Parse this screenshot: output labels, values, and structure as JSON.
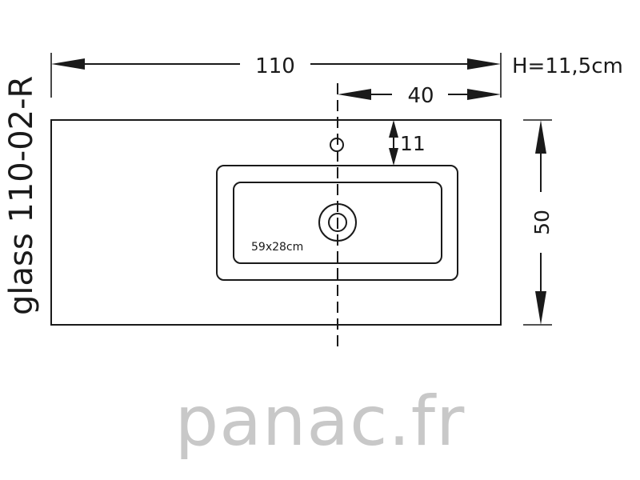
{
  "model": {
    "label": "glass 110-02-R"
  },
  "dimensions": {
    "width": "110",
    "height": "H=11,5cm",
    "tap_offset": "40",
    "tap_from_edge": "11",
    "depth": "50"
  },
  "basin": {
    "label": "59x28cm"
  },
  "watermark": {
    "text": "panac.fr"
  }
}
